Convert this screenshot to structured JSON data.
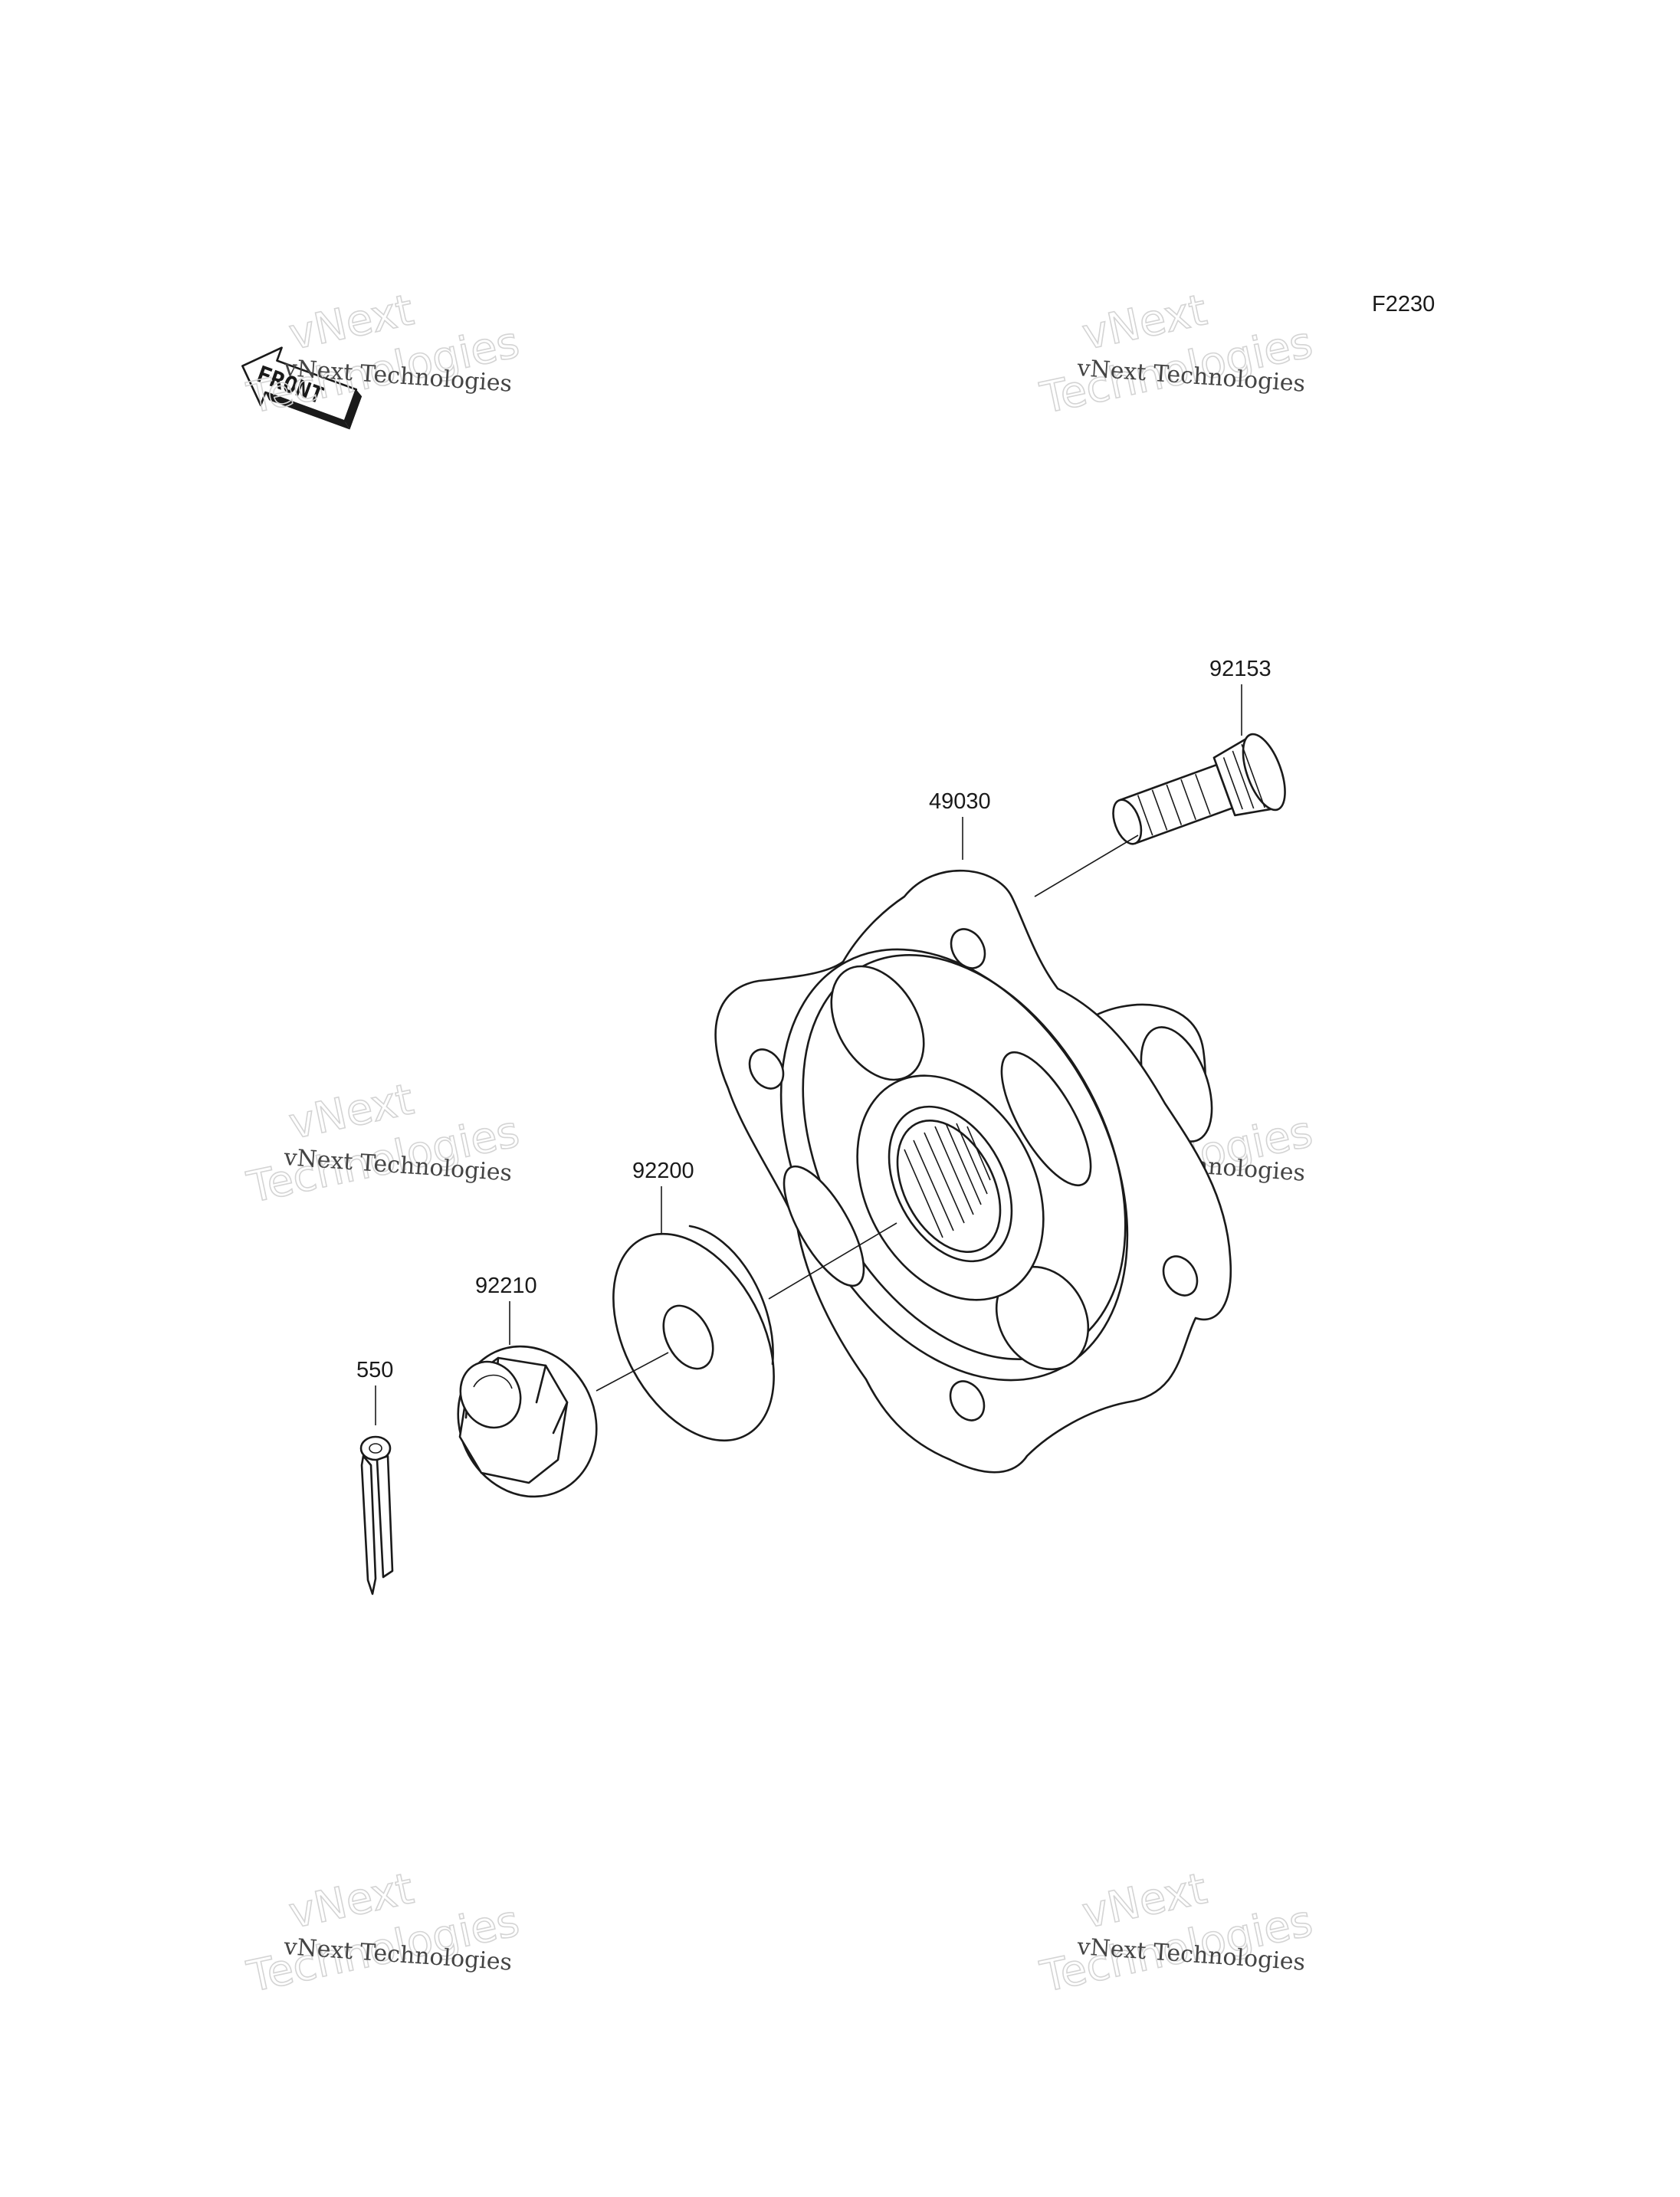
{
  "figure_code": "F2230",
  "front_marker": "FRONT",
  "watermark": {
    "line1": "vNext Technologies",
    "word_a": "vNext",
    "word_b": "Technologies"
  },
  "parts": [
    {
      "part_number": "92153"
    },
    {
      "part_number": "49030"
    },
    {
      "part_number": "92200"
    },
    {
      "part_number": "92210"
    },
    {
      "part_number": "550"
    }
  ]
}
